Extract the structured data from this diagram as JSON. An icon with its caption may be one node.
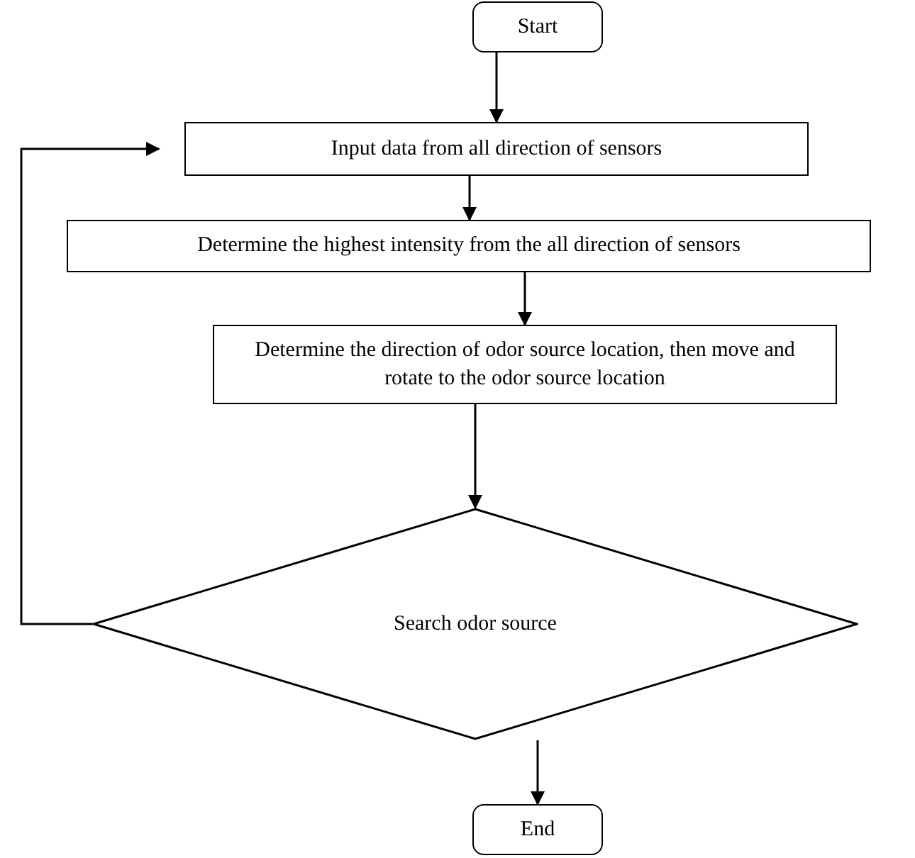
{
  "diagram": {
    "nodes": [
      {
        "text": [
          "Start"
        ]
      },
      {
        "text": [
          "Input data from all direction of sensors"
        ]
      },
      {
        "text": [
          "Determine the highest intensity from the all direction of sensors"
        ]
      },
      {
        "text": [
          "Determine the direction of odor source location, then move and rotate to the odor source location"
        ]
      },
      {
        "text": [
          "Search odor source"
        ]
      },
      {
        "text": [
          "End"
        ]
      }
    ],
    "edges": [
      {
        "from": 0,
        "to": 1,
        "arrow": "to"
      },
      {
        "from": 1,
        "to": 2,
        "arrow": "to"
      },
      {
        "from": 2,
        "to": 3,
        "arrow": "to"
      },
      {
        "from": 3,
        "to": 4,
        "arrow": "to"
      },
      {
        "from": 4,
        "to": 1,
        "arrow": "to"
      },
      {
        "from": 4,
        "to": 5,
        "arrow": "to"
      }
    ]
  }
}
